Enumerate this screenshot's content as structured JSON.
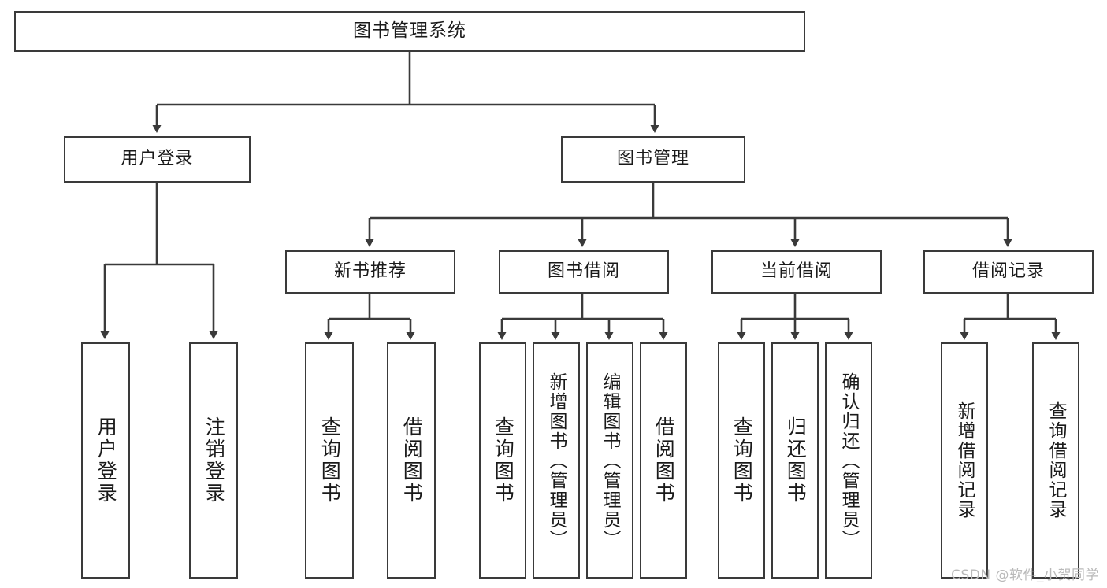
{
  "diagram": {
    "title": "图书管理系统",
    "type": "tree-diagram",
    "style": {
      "box_border_color": "#3a3a3a",
      "box_fill": "#ffffff",
      "line_color": "#3a3a3a",
      "text_color": "#1a1a1a",
      "background": "#ffffff"
    },
    "nodes": {
      "root": {
        "label": "图书管理系统"
      },
      "level2": [
        {
          "label": "用户登录"
        },
        {
          "label": "图书管理"
        }
      ],
      "level3": [
        {
          "label": "新书推荐"
        },
        {
          "label": "图书借阅"
        },
        {
          "label": "当前借阅"
        },
        {
          "label": "借阅记录"
        }
      ],
      "leaves_user_login": [
        {
          "label": "用户登录"
        },
        {
          "label": "注销登录"
        }
      ],
      "leaves_new_book": [
        {
          "label": "查询图书"
        },
        {
          "label": "借阅图书"
        }
      ],
      "leaves_borrow": [
        {
          "label": "查询图书"
        },
        {
          "label": "新增图书（管理员）"
        },
        {
          "label": "编辑图书（管理员）"
        },
        {
          "label": "借阅图书"
        }
      ],
      "leaves_current": [
        {
          "label": "查询图书"
        },
        {
          "label": "归还图书"
        },
        {
          "label": "确认归还（管理员）"
        }
      ],
      "leaves_records": [
        {
          "label": "新增借阅记录"
        },
        {
          "label": "查询借阅记录"
        }
      ]
    }
  },
  "watermark": {
    "text": "CSDN @软件_小贺同学"
  }
}
